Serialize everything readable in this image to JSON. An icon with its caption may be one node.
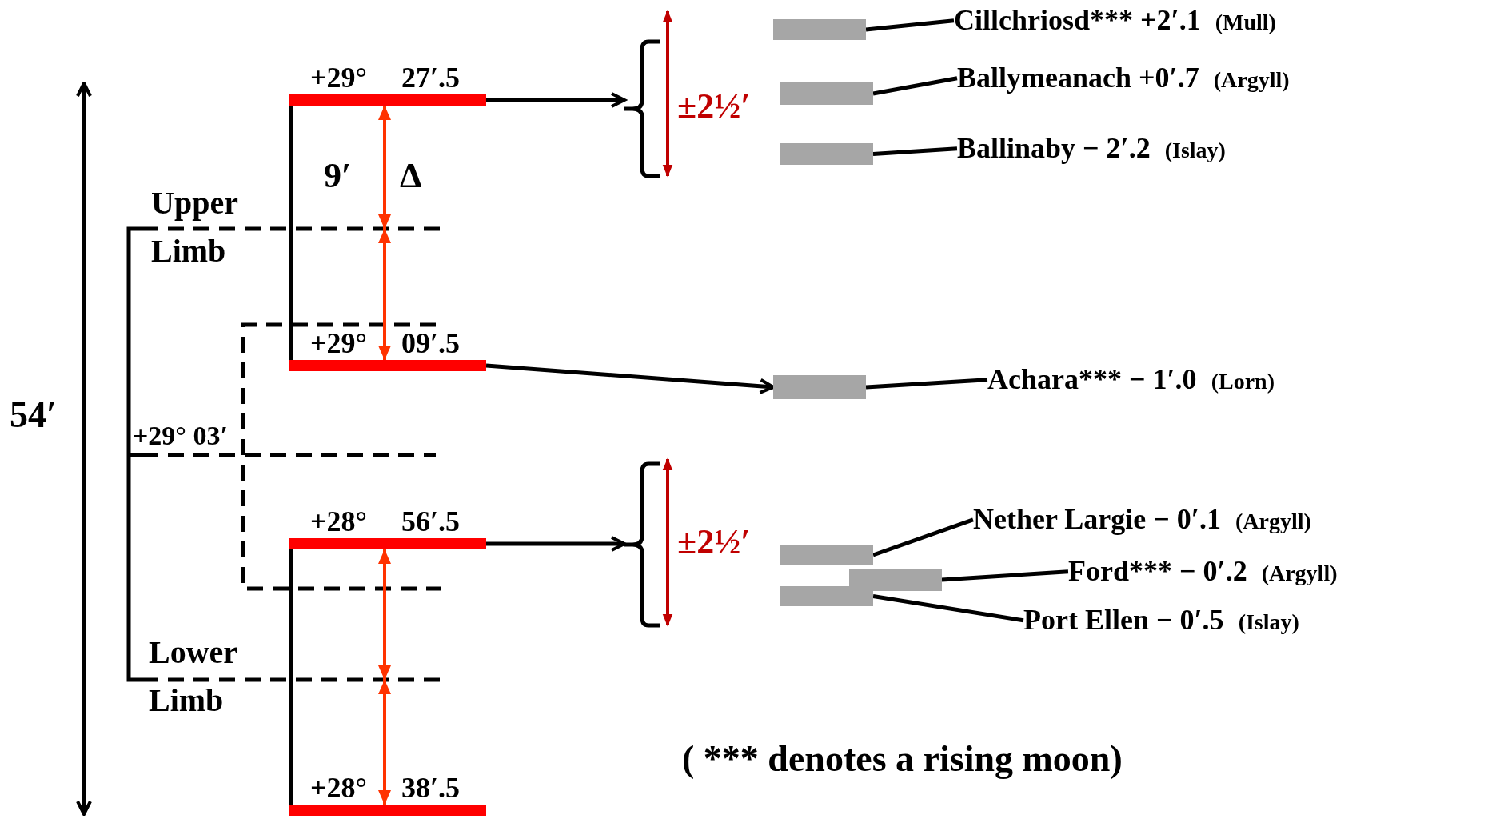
{
  "diagram": {
    "caption": "( *** denotes a rising moon)",
    "nodes": [
      {
        "text": [
          "+29° 27′.5"
        ]
      },
      {
        "text": [
          "+29° 09′.5"
        ]
      },
      {
        "text": [
          "+28° 56′.5"
        ]
      },
      {
        "text": [
          "+28° 38′.5"
        ]
      },
      {
        "text": [
          "±2½′"
        ]
      },
      {
        "text": [
          "±2½′"
        ]
      },
      {
        "text": [],
        "shape": "bar"
      },
      {
        "text": [],
        "shape": "bar"
      },
      {
        "text": [],
        "shape": "bar"
      },
      {
        "text": [],
        "shape": "bar"
      },
      {
        "text": [],
        "shape": "bar"
      },
      {
        "text": [],
        "shape": "bar"
      },
      {
        "text": [],
        "shape": "bar"
      },
      {
        "text": [
          "Cillchriosd*** +2′.1",
          "(Mull)"
        ]
      },
      {
        "text": [
          "Ballymeanach +0′.7",
          "(Argyll)"
        ]
      },
      {
        "text": [
          "Ballinaby − 2′.2",
          "(Islay)"
        ]
      },
      {
        "text": [
          "Achara*** − 1′.0",
          "(Lorn)"
        ]
      },
      {
        "text": [
          "Nether Largie − 0′.1",
          "(Argyll)"
        ]
      },
      {
        "text": [
          "Ford*** − 0′.2",
          "(Argyll)"
        ]
      },
      {
        "text": [
          "Port Ellen − 0′.5",
          "(Islay)"
        ]
      }
    ],
    "edges": [
      {
        "from": 0,
        "to": 1,
        "arrow": "none"
      },
      {
        "from": 2,
        "to": 3,
        "arrow": "none"
      },
      {
        "from": 0,
        "to": 4,
        "arrow": "to"
      },
      {
        "from": 1,
        "to": 9,
        "arrow": "to"
      },
      {
        "from": 2,
        "to": 5,
        "arrow": "to"
      },
      {
        "from": 13,
        "to": 6,
        "arrow": "none"
      },
      {
        "from": 14,
        "to": 7,
        "arrow": "none"
      },
      {
        "from": 15,
        "to": 8,
        "arrow": "none"
      },
      {
        "from": 16,
        "to": 9,
        "arrow": "none"
      },
      {
        "from": 17,
        "to": 10,
        "arrow": "none"
      },
      {
        "from": 18,
        "to": 11,
        "arrow": "none"
      },
      {
        "from": 19,
        "to": 12,
        "arrow": "none"
      },
      {
        "from": 0,
        "to": 1,
        "arrow": "both",
        "color": "#ff3300"
      },
      {
        "from": 2,
        "to": 3,
        "arrow": "both",
        "color": "#ff3300"
      }
    ],
    "labels": [
      "54′",
      "Upper Limb",
      "+29° 03′",
      "9′",
      "Δ",
      "Lower Limb"
    ]
  }
}
